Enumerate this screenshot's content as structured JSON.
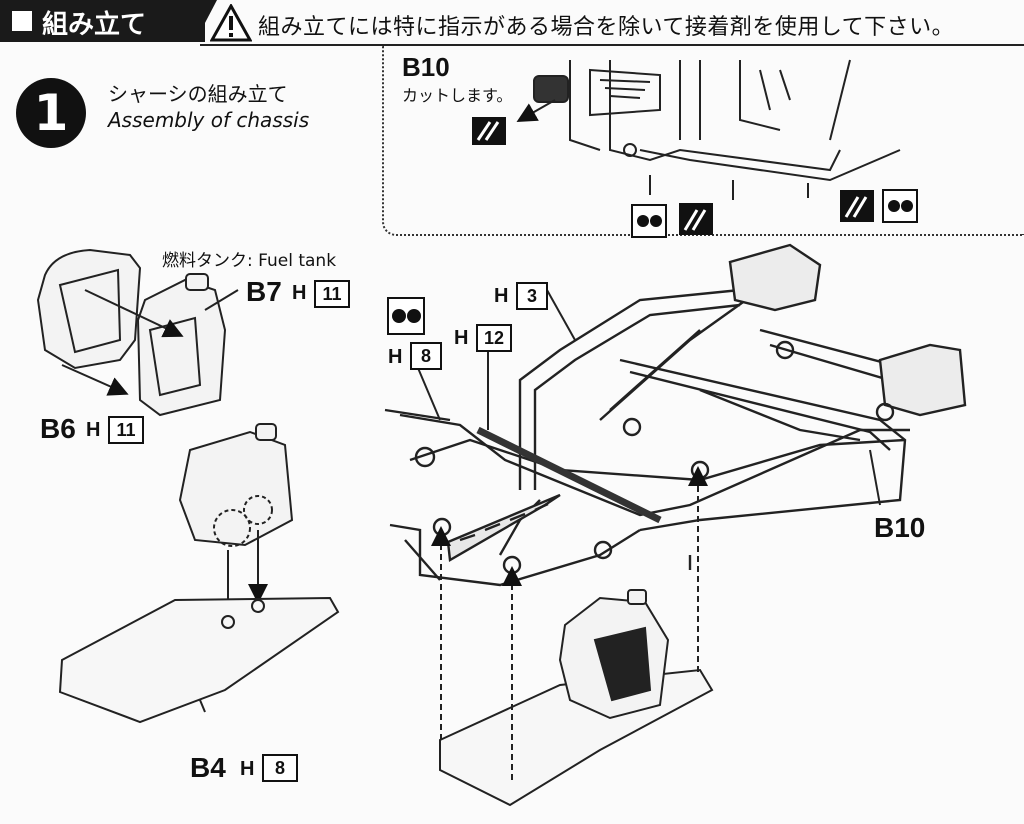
{
  "header": {
    "section_title": "組み立て",
    "warning_text": "組み立てには特に指示がある場合を除いて接着剤を使用して下さい。"
  },
  "step": {
    "number": "1",
    "title_jp": "シャーシの組み立て",
    "title_en": "Assembly of chassis"
  },
  "inset": {
    "part": "B10",
    "instruction": "カットします。"
  },
  "fuel_tank_label": "燃料タンク: Fuel tank",
  "parts": {
    "b7": {
      "name": "B7",
      "sprue": "H",
      "num": "11"
    },
    "b6": {
      "name": "B6",
      "sprue": "H",
      "num": "11"
    },
    "b4": {
      "name": "B4",
      "sprue": "H",
      "num": "8"
    },
    "h3": {
      "sprue": "H",
      "num": "3"
    },
    "h12": {
      "sprue": "H",
      "num": "12"
    },
    "h8": {
      "sprue": "H",
      "num": "8"
    },
    "b10": {
      "name": "B10"
    }
  }
}
